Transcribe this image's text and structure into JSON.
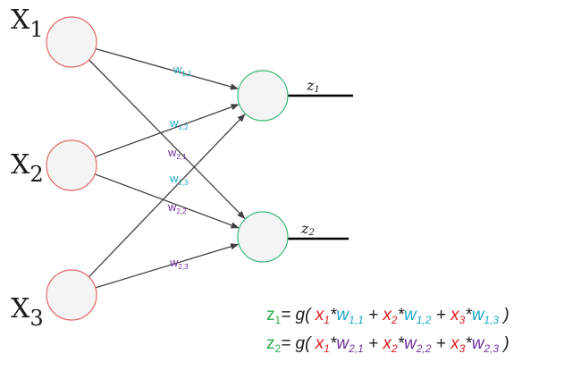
{
  "colors": {
    "input_stroke": "#e06666",
    "output_stroke": "#3cb878",
    "w1_color": "#1aa7c8",
    "w2_color": "#7030a0",
    "x_color": "#e41a1a",
    "z_color": "#2aa84a",
    "arrow_color": "#404040",
    "text_dark": "#1a1a1a"
  },
  "inputs": [
    {
      "letter": "X",
      "sub": "1"
    },
    {
      "letter": "X",
      "sub": "2"
    },
    {
      "letter": "X",
      "sub": "3"
    }
  ],
  "outputs": [
    {
      "letter": "z",
      "sub": "1"
    },
    {
      "letter": "z",
      "sub": "2"
    }
  ],
  "weights": [
    {
      "name": "w",
      "sub": "1,1",
      "tone": "w1"
    },
    {
      "name": "w",
      "sub": "1,2",
      "tone": "w1"
    },
    {
      "name": "w",
      "sub": "1,3",
      "tone": "w1"
    },
    {
      "name": "w",
      "sub": "2,1",
      "tone": "w2"
    },
    {
      "name": "w",
      "sub": "2,2",
      "tone": "w2"
    },
    {
      "name": "w",
      "sub": "2,3",
      "tone": "w2"
    }
  ],
  "equations": [
    {
      "lhs": "z",
      "lhs_sub": "1",
      "eq": "= g(",
      "terms": [
        {
          "x": "x",
          "x_sub": "1",
          "op": "*",
          "w": "w",
          "w_sub": "1,1",
          "tone": "w1"
        },
        {
          "x": "x",
          "x_sub": "2",
          "op": "*",
          "w": "w",
          "w_sub": "1,2",
          "tone": "w1"
        },
        {
          "x": "x",
          "x_sub": "3",
          "op": "*",
          "w": "w",
          "w_sub": "1,3",
          "tone": "w1"
        }
      ],
      "plus": "+",
      "close": ")"
    },
    {
      "lhs": "z",
      "lhs_sub": "2",
      "eq": "= g(",
      "terms": [
        {
          "x": "x",
          "x_sub": "1",
          "op": "*",
          "w": "w",
          "w_sub": "2,1",
          "tone": "w2"
        },
        {
          "x": "x",
          "x_sub": "2",
          "op": "*",
          "w": "w",
          "w_sub": "2,2",
          "tone": "w2"
        },
        {
          "x": "x",
          "x_sub": "3",
          "op": "*",
          "w": "w",
          "w_sub": "2,3",
          "tone": "w2"
        }
      ],
      "plus": "+",
      "close": ")"
    }
  ]
}
